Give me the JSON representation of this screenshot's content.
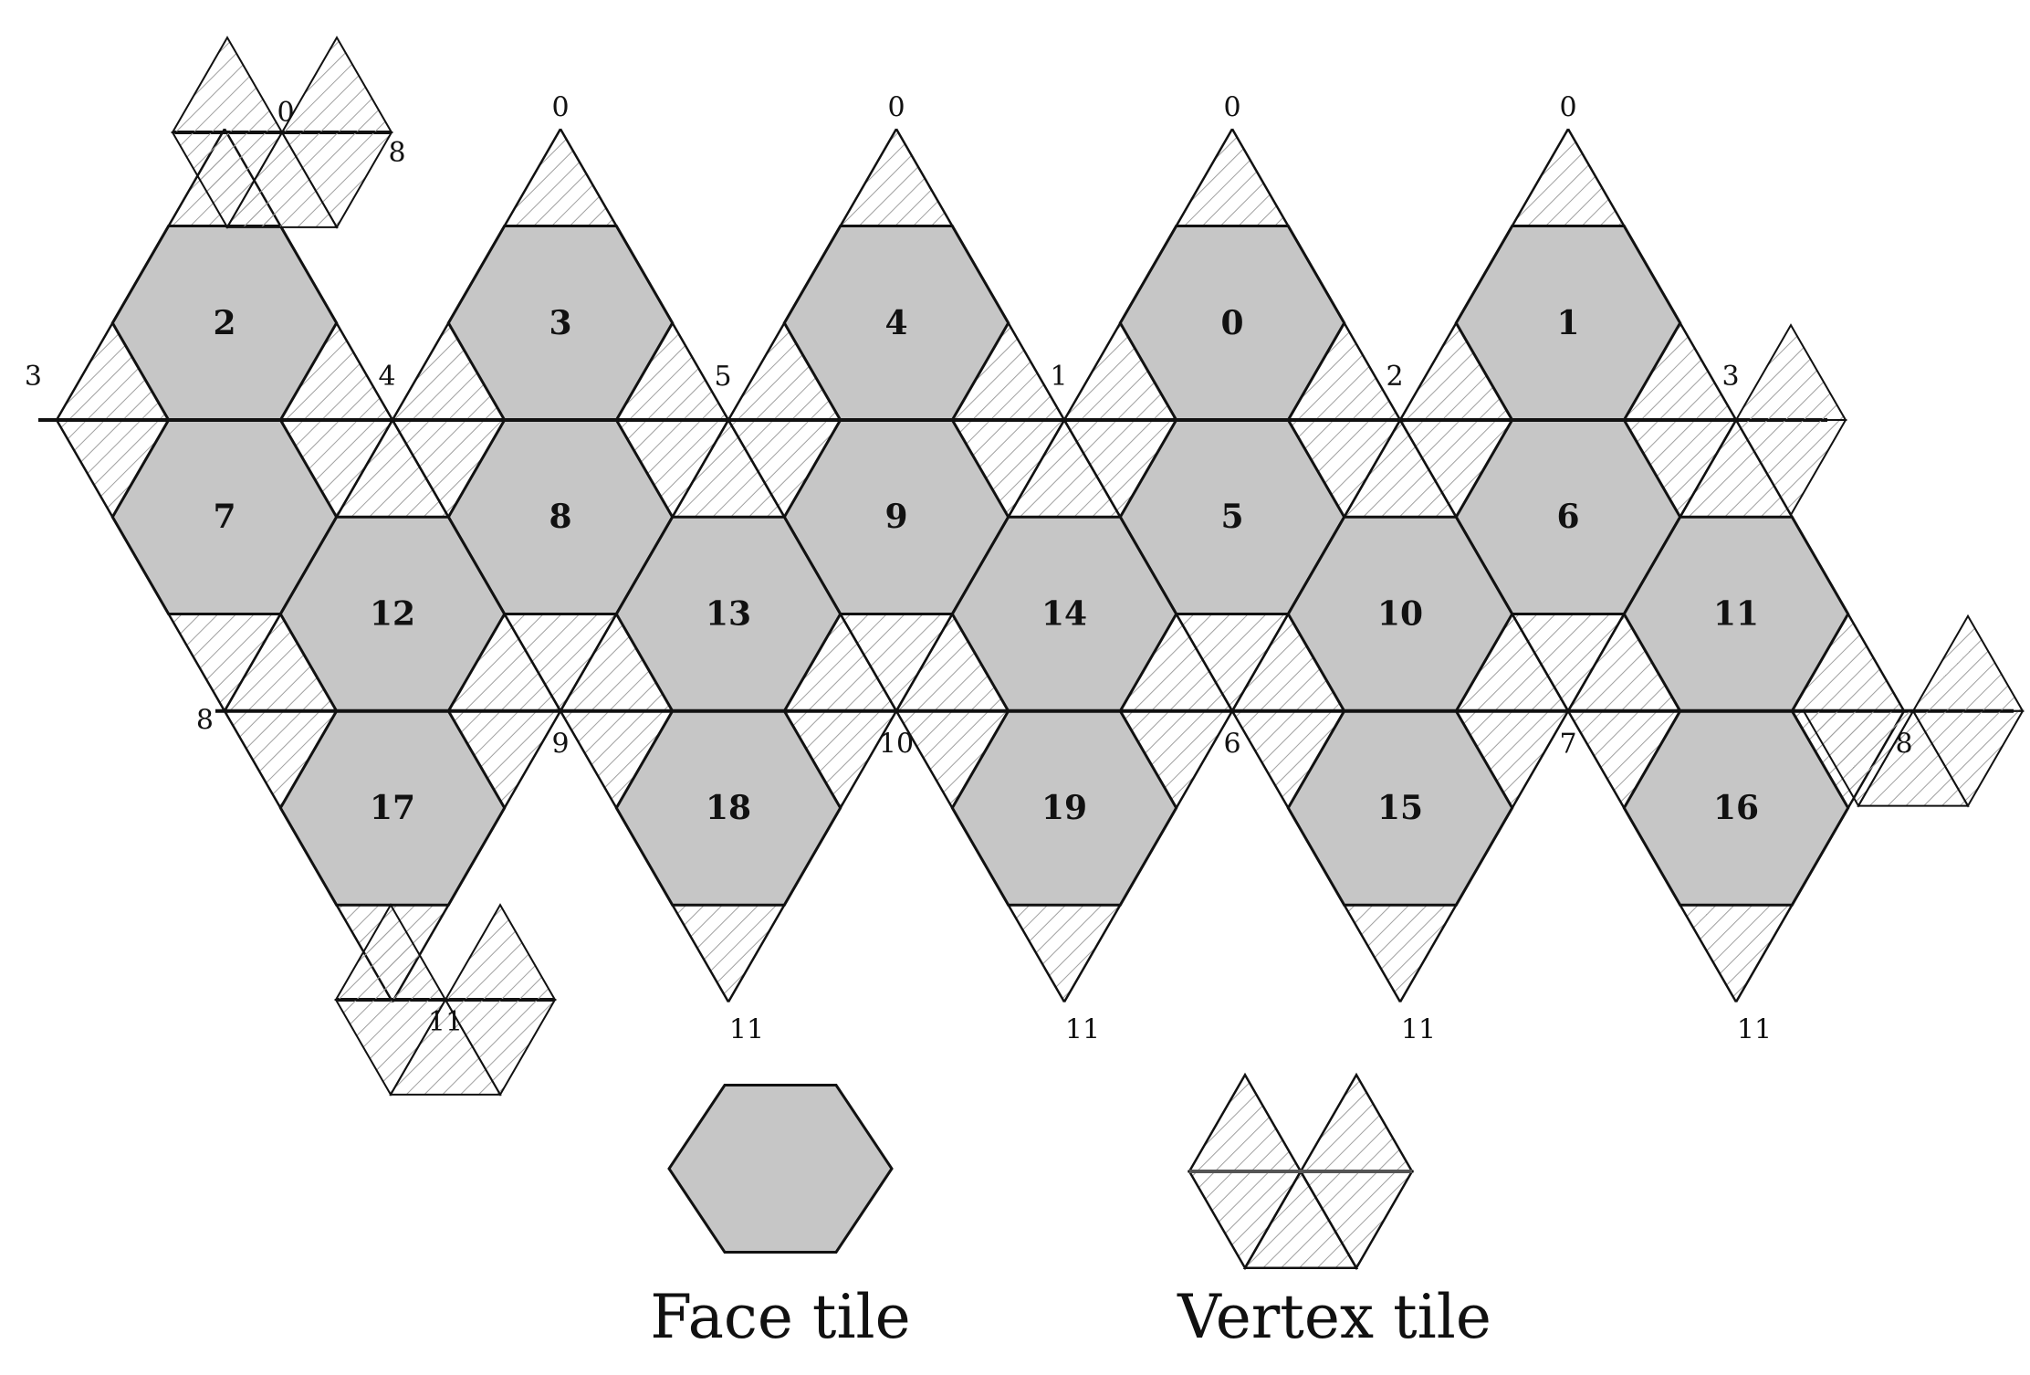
{
  "diagram": {
    "face_tiles": [
      {
        "id": "2",
        "col": 0,
        "row": 0
      },
      {
        "id": "3",
        "col": 1,
        "row": 0
      },
      {
        "id": "4",
        "col": 2,
        "row": 0
      },
      {
        "id": "0",
        "col": 3,
        "row": 0
      },
      {
        "id": "1",
        "col": 4,
        "row": 0
      },
      {
        "id": "7",
        "col": 0,
        "row": 1
      },
      {
        "id": "8",
        "col": 1,
        "row": 1
      },
      {
        "id": "9",
        "col": 2,
        "row": 1
      },
      {
        "id": "5",
        "col": 3,
        "row": 1
      },
      {
        "id": "6",
        "col": 4,
        "row": 1
      },
      {
        "id": "12",
        "col": 0,
        "row": 2
      },
      {
        "id": "13",
        "col": 1,
        "row": 2
      },
      {
        "id": "14",
        "col": 2,
        "row": 2
      },
      {
        "id": "10",
        "col": 3,
        "row": 2
      },
      {
        "id": "11",
        "col": 4,
        "row": 2
      },
      {
        "id": "17",
        "col": 0,
        "row": 3
      },
      {
        "id": "18",
        "col": 1,
        "row": 3
      },
      {
        "id": "19",
        "col": 2,
        "row": 3
      },
      {
        "id": "15",
        "col": 3,
        "row": 3
      },
      {
        "id": "16",
        "col": 4,
        "row": 3
      }
    ],
    "top_apex_labels": [
      "0",
      "0",
      "0",
      "0"
    ],
    "upper_band_labels": [
      "3",
      "4",
      "5",
      "1",
      "2",
      "3"
    ],
    "lower_band_labels": [
      "8",
      "9",
      "10",
      "6",
      "7",
      "8"
    ],
    "bottom_apex_labels": [
      "11",
      "11",
      "11",
      "11"
    ],
    "corner_vertex_tiles": [
      {
        "position": "top-left",
        "label": "0",
        "extra_mark": "8"
      },
      {
        "position": "right-upper",
        "label": ""
      },
      {
        "position": "right-lower",
        "label": ""
      },
      {
        "position": "bottom-left",
        "label": "11"
      }
    ]
  },
  "legend": {
    "face_tile_label": "Face  tile",
    "vertex_tile_label": "Vertex tile"
  },
  "colors": {
    "face_fill": "#c6c6c6",
    "stroke": "#111111",
    "hatch": "#9a9a9a"
  }
}
